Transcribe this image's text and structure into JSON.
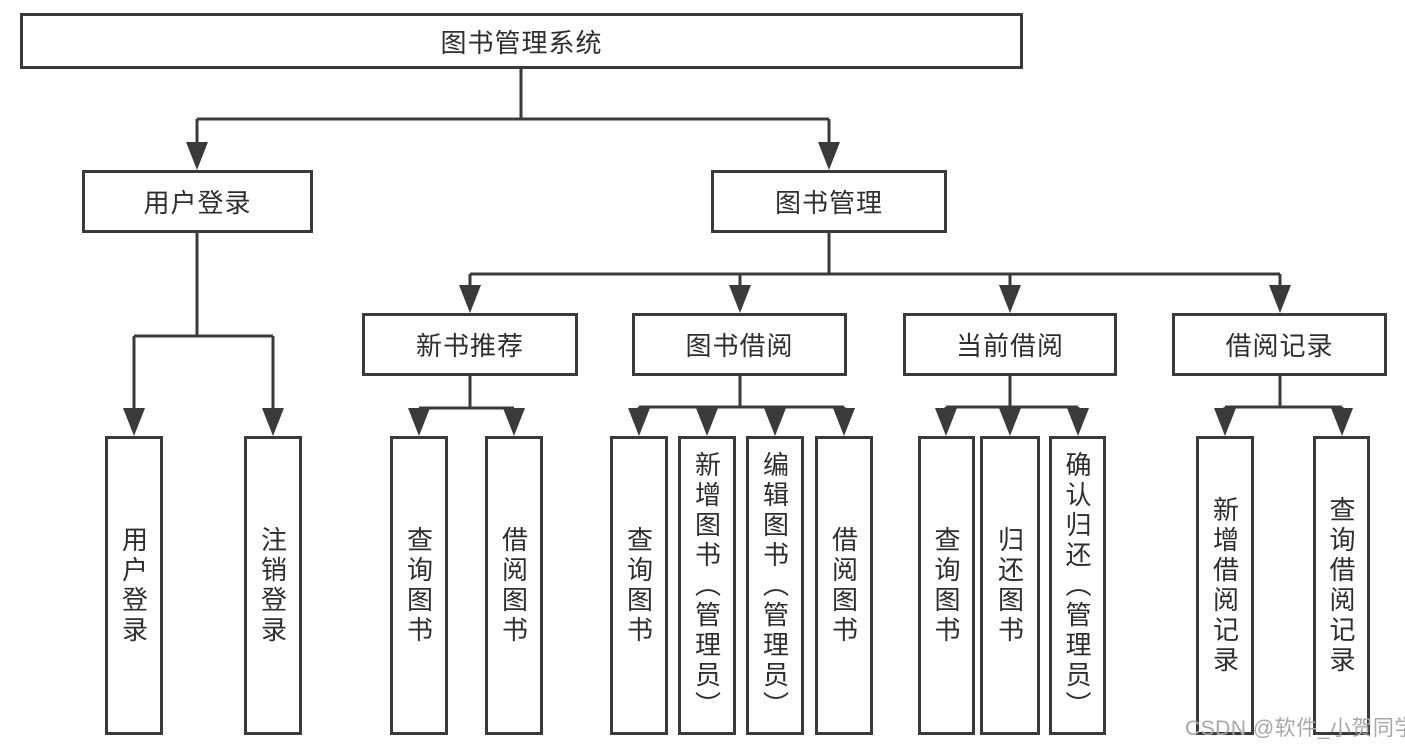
{
  "tree": {
    "root": {
      "label": "图书管理系统",
      "children": [
        {
          "label": "用户登录",
          "children": [
            {
              "label": "用户登录"
            },
            {
              "label": "注销登录"
            }
          ]
        },
        {
          "label": "图书管理",
          "children": [
            {
              "label": "新书推荐",
              "children": [
                {
                  "label": "查询图书"
                },
                {
                  "label": "借阅图书"
                }
              ]
            },
            {
              "label": "图书借阅",
              "children": [
                {
                  "label": "查询图书"
                },
                {
                  "label": "新增图书（管理员）"
                },
                {
                  "label": "编辑图书（管理员）"
                },
                {
                  "label": "借阅图书"
                }
              ]
            },
            {
              "label": "当前借阅",
              "children": [
                {
                  "label": "查询图书"
                },
                {
                  "label": "归还图书"
                },
                {
                  "label": "确认归还（管理员）"
                }
              ]
            },
            {
              "label": "借阅记录",
              "children": [
                {
                  "label": "新增借阅记录"
                },
                {
                  "label": "查询借阅记录"
                }
              ]
            }
          ]
        }
      ]
    }
  },
  "watermark": {
    "text": "CSDN @软件_小贺同学"
  },
  "colors": {
    "line": "#3a3a3c",
    "text": "#2e2e30",
    "watermark": "#a8a8a8",
    "background": "#ffffff"
  }
}
